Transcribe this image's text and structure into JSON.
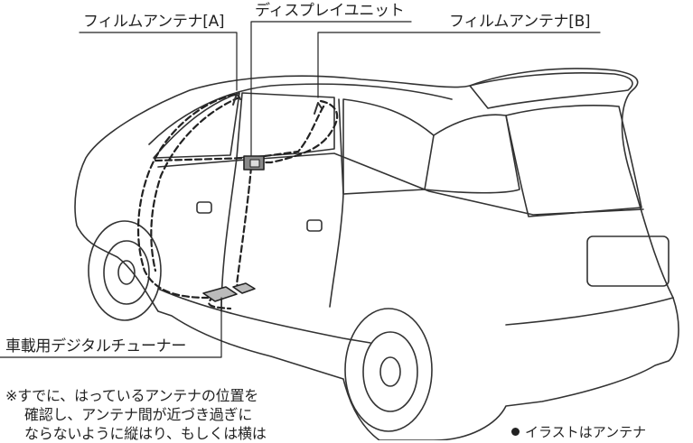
{
  "labels": {
    "antenna_a": "フィルムアンテナ[A]",
    "display_unit": "ディスプレイユニット",
    "antenna_b": "フィルムアンテナ[B]",
    "tuner": "車載用デジタルチューナー"
  },
  "note": {
    "lines": [
      "※すでに、はっているアンテナの位置を",
      "確認し、アンテナ間が近づき過ぎに",
      "ならないように縦はり、もしくは横は"
    ]
  },
  "footnote": {
    "text": "イラストはアンテナ"
  }
}
